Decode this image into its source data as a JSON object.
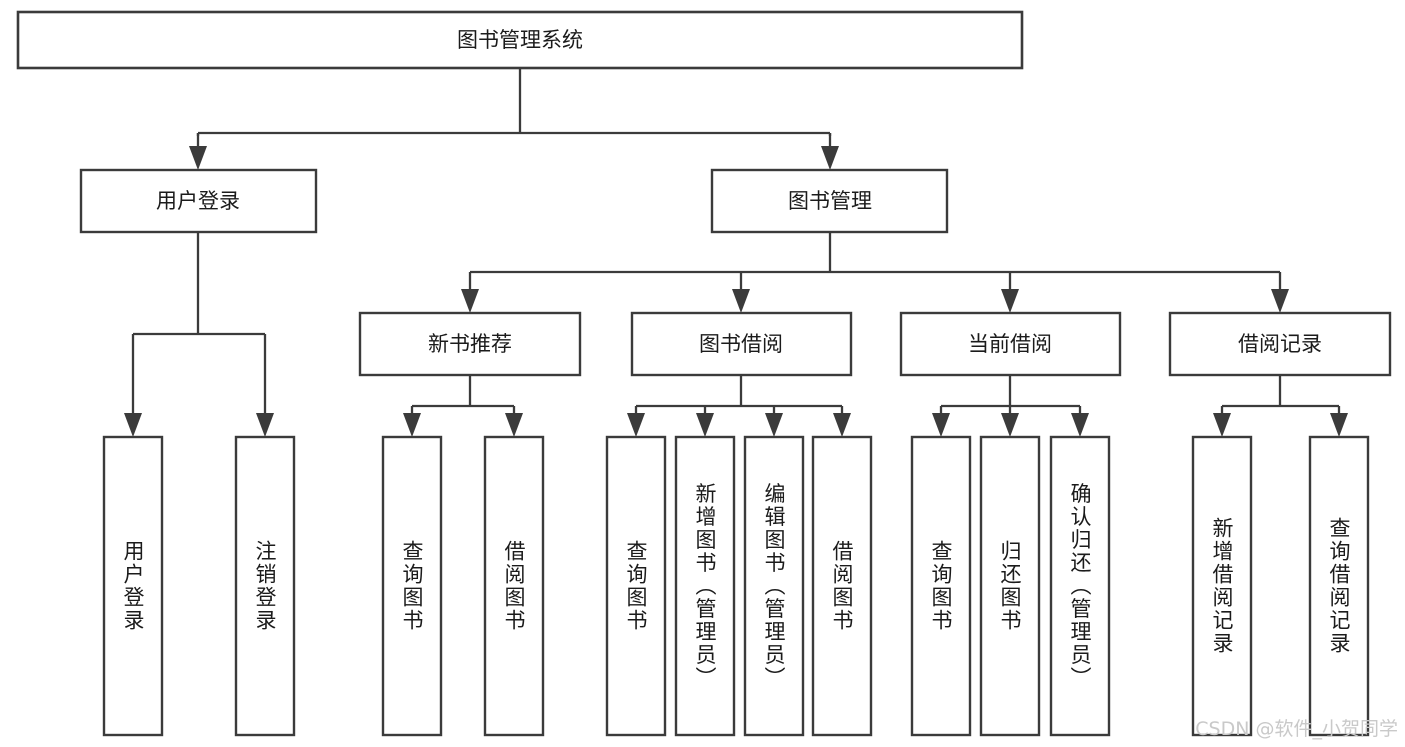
{
  "diagram": {
    "title": "图书管理系统",
    "type": "tree-hierarchy",
    "root": {
      "id": "root",
      "label": "图书管理系统"
    },
    "level2": [
      {
        "id": "user-login",
        "label": "用户登录"
      },
      {
        "id": "book-management",
        "label": "图书管理"
      }
    ],
    "level3": [
      {
        "id": "new-book-recommend",
        "label": "新书推荐",
        "parent": "book-management"
      },
      {
        "id": "book-borrow",
        "label": "图书借阅",
        "parent": "book-management"
      },
      {
        "id": "current-borrow",
        "label": "当前借阅",
        "parent": "book-management"
      },
      {
        "id": "borrow-record",
        "label": "借阅记录",
        "parent": "book-management"
      }
    ],
    "leaves": [
      {
        "id": "leaf-user-login",
        "label": "用户登录",
        "parent": "user-login"
      },
      {
        "id": "leaf-logout-login",
        "label": "注销登录",
        "parent": "user-login"
      },
      {
        "id": "leaf-query-book-1",
        "label": "查询图书",
        "parent": "new-book-recommend"
      },
      {
        "id": "leaf-borrow-book-1",
        "label": "借阅图书",
        "parent": "new-book-recommend"
      },
      {
        "id": "leaf-query-book-2",
        "label": "查询图书",
        "parent": "book-borrow"
      },
      {
        "id": "leaf-add-book",
        "label": "新增图书（管理员）",
        "parent": "book-borrow"
      },
      {
        "id": "leaf-edit-book",
        "label": "编辑图书（管理员）",
        "parent": "book-borrow"
      },
      {
        "id": "leaf-borrow-book-2",
        "label": "借阅图书",
        "parent": "book-borrow"
      },
      {
        "id": "leaf-query-book-3",
        "label": "查询图书",
        "parent": "current-borrow"
      },
      {
        "id": "leaf-return-book",
        "label": "归还图书",
        "parent": "current-borrow"
      },
      {
        "id": "leaf-confirm-return",
        "label": "确认归还（管理员）",
        "parent": "current-borrow"
      },
      {
        "id": "leaf-add-borrow-record",
        "label": "新增借阅记录",
        "parent": "borrow-record"
      },
      {
        "id": "leaf-query-borrow-record",
        "label": "查询借阅记录",
        "parent": "borrow-record"
      }
    ]
  },
  "watermark": {
    "text": "CSDN @软件_小贺同学"
  },
  "colors": {
    "background": "#ffffff",
    "box_fill": "#ffffff",
    "stroke": "#3b3b3b",
    "text": "#1b1b1b",
    "watermark": "#c9c9c9"
  }
}
